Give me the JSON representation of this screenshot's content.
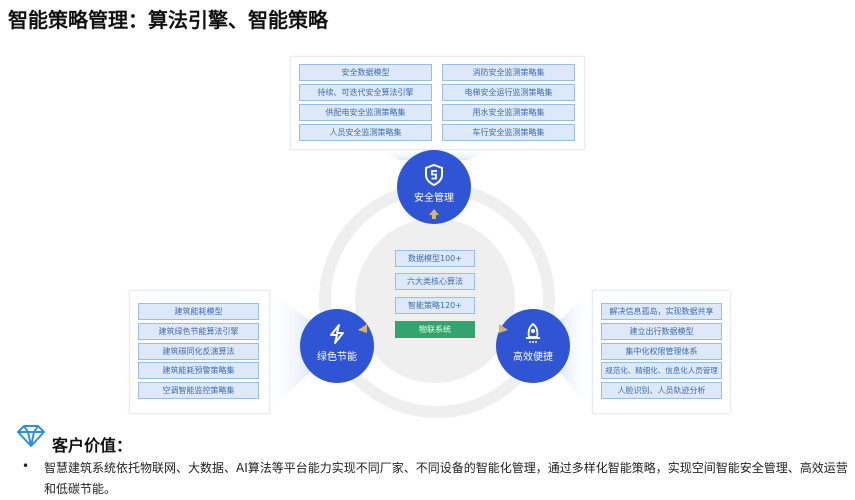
{
  "title": "智能策略管理：算法引擎、智能策略",
  "safety": {
    "label": "安全管理",
    "items": [
      "安全数据模型",
      "持续、可迭代安全算法引擎",
      "供配电安全监测策略集",
      "人员安全监测策略集",
      "消防安全监测策略集",
      "电梯安全运行监测策略集",
      "用水安全监测策略集",
      "车行安全监测策略集"
    ]
  },
  "green": {
    "label": "绿色节能",
    "items": [
      "建筑能耗模型",
      "建筑绿色节能算法引擎",
      "建筑碳同化反演算法",
      "建筑能耗预警策略集",
      "空调智能监控策略集"
    ]
  },
  "efficient": {
    "label": "高效便捷",
    "items": [
      "解决信息孤岛，实现数据共享",
      "建立出行数据模型",
      "集中化权限管理体系",
      "规范化、精细化、信息化人员管理",
      "人脸识别、人员轨迹分析"
    ]
  },
  "center": {
    "items": [
      "数据模型100+",
      "六大类核心算法",
      "智能策略120+"
    ],
    "system": "物联系统"
  },
  "value": {
    "heading": "客户价值：",
    "bullet": "•",
    "text": "智慧建筑系统依托物联网、大数据、AI算法等平台能力实现不同厂家、不同设备的智能化管理，通过多样化智能策略，实现空间智能安全管理、高效运营和低碳节能。"
  }
}
